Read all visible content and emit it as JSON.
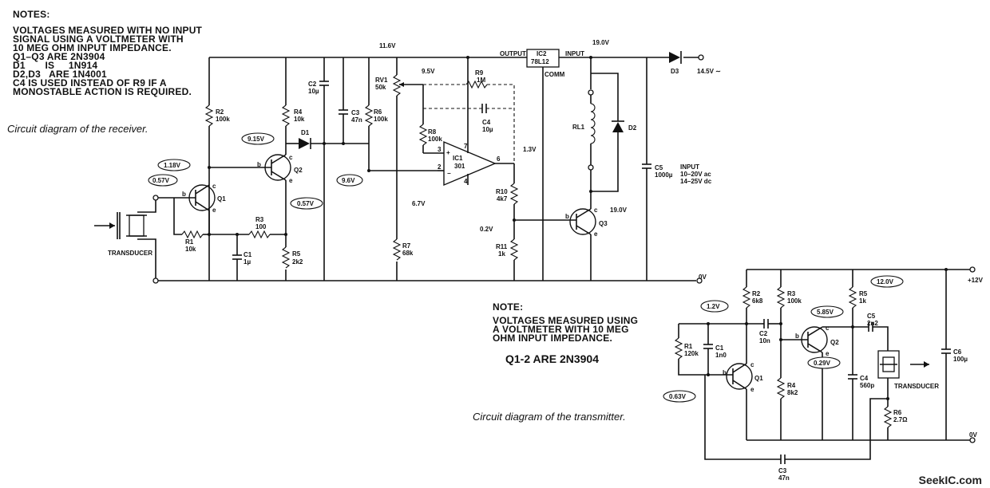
{
  "receiver": {
    "notes": [
      "NOTES:",
      "VOLTAGES MEASURED WITH NO INPUT",
      "SIGNAL USING A VOLTMETER WITH",
      "10 MEG OHM INPUT IMPEDANCE.",
      "Q1–Q3 ARE 2N3904",
      "D1       IS     1N914",
      "D2,D3   ARE 1N4001",
      "C4 IS USED INSTEAD OF R9 IF A",
      "MONOSTABLE ACTION IS REQUIRED."
    ],
    "caption": "Circuit diagram of the receiver.",
    "components": {
      "R1": [
        "R1",
        "10k"
      ],
      "R2": [
        "R2",
        "100k"
      ],
      "R3": [
        "R3",
        "100"
      ],
      "R4": [
        "R4",
        "10k"
      ],
      "R5": [
        "R5",
        "2k2"
      ],
      "R6": [
        "R6",
        "100k"
      ],
      "R7": [
        "R7",
        "68k"
      ],
      "R8": [
        "R8",
        "100k"
      ],
      "R9": [
        "R9",
        "1M"
      ],
      "R10": [
        "R10",
        "4k7"
      ],
      "R11": [
        "R11",
        "1k"
      ],
      "RV1": [
        "RV1",
        "50k"
      ],
      "C1": [
        "C1",
        "1µ"
      ],
      "C2": [
        "C2",
        "10µ"
      ],
      "C3": [
        "C3",
        "47n"
      ],
      "C4": [
        "C4",
        "10µ"
      ],
      "C5": [
        "C5",
        "1000µ"
      ],
      "IC1": [
        "IC1",
        "301"
      ],
      "IC2": [
        "IC2",
        "78L12"
      ],
      "Q1": "Q1",
      "Q2": "Q2",
      "Q3": "Q3",
      "D1": "D1",
      "D2": "D2",
      "D3": "D3",
      "RL1": "RL1"
    },
    "pins": {
      "ic1_3": "3",
      "ic1_2": "2",
      "ic1_7": "7",
      "ic1_6": "6",
      "ic1_4": "4",
      "output": "OUTPUT",
      "input": "INPUT",
      "comm": "COMM",
      "b": "b",
      "c": "c",
      "e": "e"
    },
    "voltages": {
      "v116": "11.6V",
      "v190": "19.0V",
      "v95": "9.5V",
      "v915": "9.15V",
      "v118": "1.18V",
      "v057a": "0.57V",
      "v057b": "0.57V",
      "v96": "9.6V",
      "v67": "6.7V",
      "v13": "1.3V",
      "v02": "0.2V",
      "v190b": "19.0V"
    },
    "supply": {
      "in": "14.5V ∼",
      "zero": "0V",
      "input_note": [
        "INPUT",
        "10–20V ac",
        "14–25V dc"
      ]
    },
    "transducer": "TRANSDUCER"
  },
  "transmitter": {
    "notes": [
      "NOTE:",
      "VOLTAGES MEASURED USING",
      "A VOLTMETER WITH 10 MEG",
      "OHM INPUT IMPEDANCE."
    ],
    "transistors_note": "Q1-2 ARE 2N3904",
    "caption": "Circuit diagram of the transmitter.",
    "components": {
      "R1": [
        "R1",
        "120k"
      ],
      "R2": [
        "R2",
        "6k8"
      ],
      "R3": [
        "R3",
        "100k"
      ],
      "R4": [
        "R4",
        "8k2"
      ],
      "R5": [
        "R5",
        "1k"
      ],
      "R6": [
        "R6",
        "2.7Ω"
      ],
      "C1": [
        "C1",
        "1n0"
      ],
      "C2": [
        "C2",
        "10n"
      ],
      "C3": [
        "C3",
        "47n"
      ],
      "C4": [
        "C4",
        "560p"
      ],
      "C5": [
        "C5",
        "2n2"
      ],
      "C6": [
        "C6",
        "100µ"
      ],
      "Q1": "Q1",
      "Q2": "Q2"
    },
    "voltages": {
      "v12": "1.2V",
      "v585": "5.85V",
      "v120": "12.0V",
      "v029": "0.29V",
      "v063": "0.63V"
    },
    "supply": {
      "plus": "+12V",
      "zero": "0V"
    },
    "transducer": "TRANSDUCER"
  },
  "brand": "SeekIC.com"
}
